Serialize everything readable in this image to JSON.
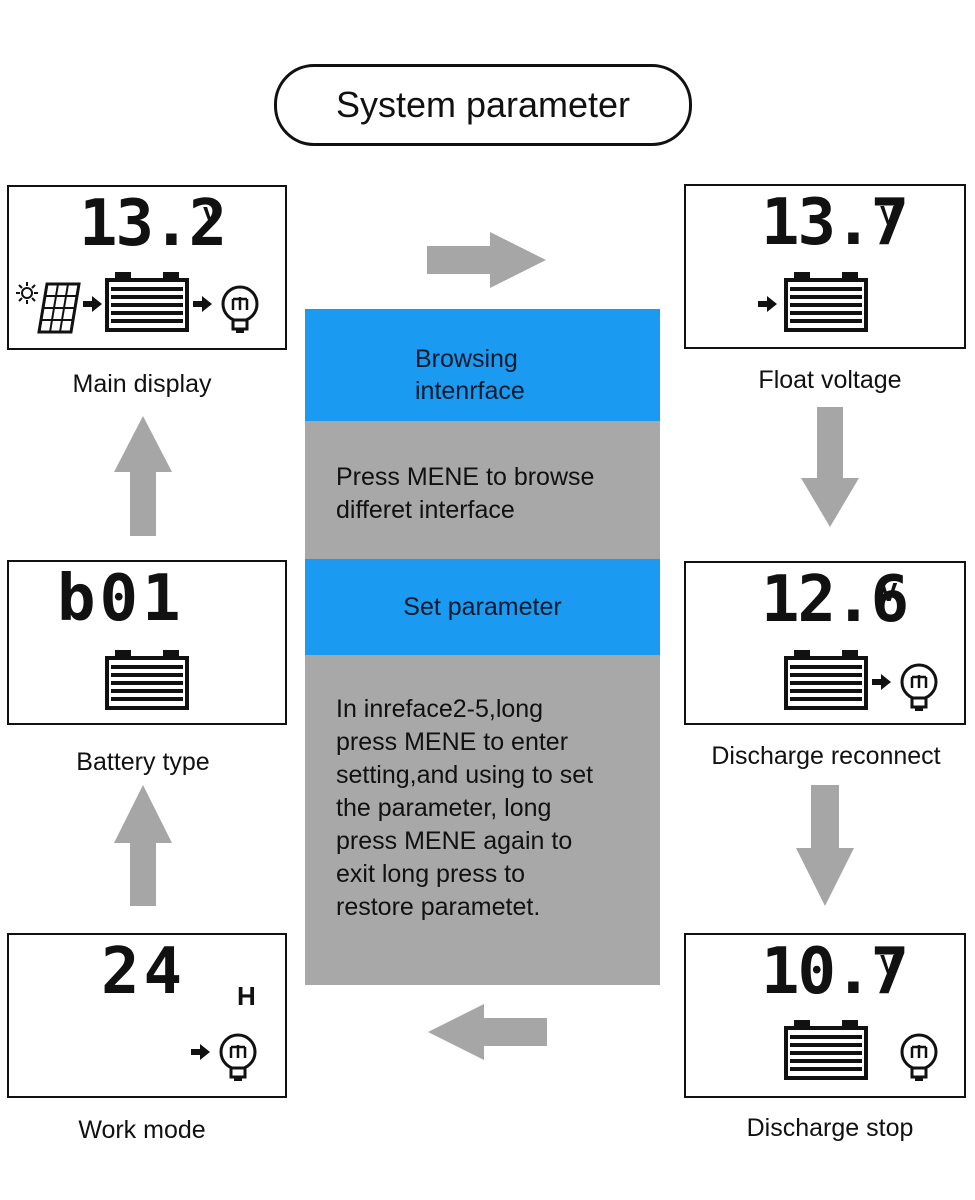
{
  "title": "System parameter",
  "center": {
    "browsing_title": "Browsing intenrface",
    "browsing_text": "Press MENE to browse differet interface",
    "set_title": "Set parameter",
    "set_text": "In inreface2-5,long press MENE to enter setting,and using to set the parameter, long press MENE again to exit long press to restore parametet."
  },
  "panels": {
    "main_display": {
      "value": "13.2",
      "unit": "V",
      "caption": "Main display"
    },
    "float_voltage": {
      "value": "13.7",
      "unit": "V",
      "caption": "Float voltage"
    },
    "discharge_reconnect": {
      "value": "12.6",
      "unit": "V",
      "caption": "Discharge reconnect"
    },
    "discharge_stop": {
      "value": "10.7",
      "unit": "V",
      "caption": "Discharge stop"
    },
    "battery_type": {
      "value": "b01",
      "caption": "Battery type"
    },
    "work_mode": {
      "value": "24",
      "unit": "H",
      "caption": "Work mode"
    }
  },
  "colors": {
    "accent_blue": "#1a9af0",
    "panel_gray": "#a8a8a8",
    "arrow_gray": "#a6a6a6"
  },
  "icons": [
    "sun-icon",
    "solar-panel-icon",
    "battery-icon",
    "lamp-icon",
    "arrow-icon"
  ]
}
